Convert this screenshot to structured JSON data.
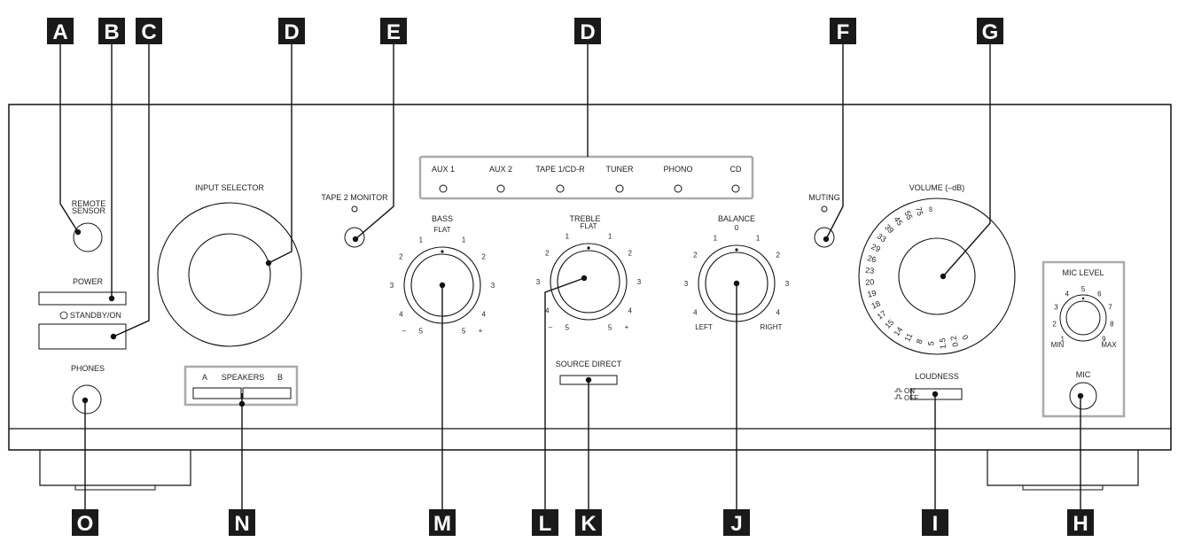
{
  "badges": {
    "a": "A",
    "b": "B",
    "c": "C",
    "d1": "D",
    "e": "E",
    "d2": "D",
    "f": "F",
    "g": "G",
    "o": "O",
    "n": "N",
    "m": "M",
    "l": "L",
    "k": "K",
    "j": "J",
    "i": "I",
    "h": "H"
  },
  "panel": {
    "remote_sensor_1": "REMOTE",
    "remote_sensor_2": "SENSOR",
    "power": "POWER",
    "standby_on": "STANDBY/ON",
    "phones": "PHONES",
    "input_selector": "INPUT SELECTOR",
    "speakers": "SPEAKERS",
    "speaker_a": "A",
    "speaker_b": "B",
    "tape2_monitor": "TAPE 2 MONITOR",
    "bass": "BASS",
    "treble": "TREBLE",
    "balance": "BALANCE",
    "flat": "FLAT",
    "zero": "0",
    "left": "LEFT",
    "right": "RIGHT",
    "minus": "–",
    "plus": "+",
    "source_direct": "SOURCE DIRECT",
    "muting": "MUTING",
    "volume": "VOLUME (–dB)",
    "loudness": "LOUDNESS",
    "loud_on": "ON",
    "loud_off": "OFF",
    "mic_level": "MIC LEVEL",
    "mic": "MIC",
    "min": "MIN",
    "max": "MAX"
  },
  "inputs": [
    "AUX 1",
    "AUX 2",
    "TAPE 1/CD-R",
    "TUNER",
    "PHONO",
    "CD"
  ],
  "tone_ticks": {
    "left": [
      "5",
      "4",
      "3",
      "2",
      "1"
    ],
    "right": [
      "1",
      "2",
      "3",
      "4",
      "5"
    ]
  },
  "volume_scale": [
    "∞",
    "75",
    "55",
    "45",
    "39",
    "33",
    "29",
    "26",
    "23",
    "20",
    "19",
    "18",
    "17",
    "15",
    "14",
    "11",
    "8",
    "5",
    "1.5",
    "0.2",
    "0"
  ],
  "mic_scale": [
    "1",
    "2",
    "3",
    "4",
    "5",
    "6",
    "7",
    "8",
    "9"
  ],
  "colors": {
    "line": "#111111",
    "badge": "#1a1a1a"
  }
}
